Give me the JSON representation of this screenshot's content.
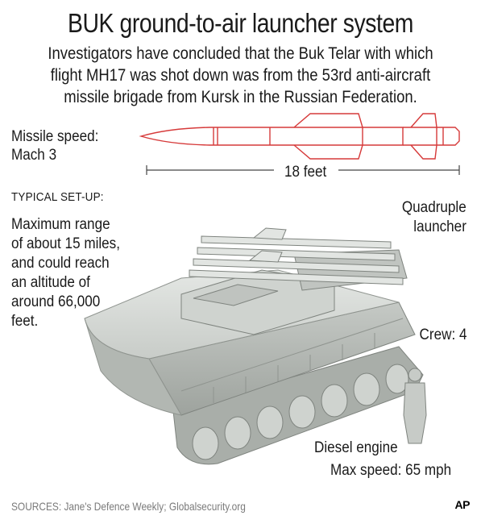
{
  "header": {
    "title": "BUK ground-to-air launcher system",
    "intro_lines": [
      "Investigators have concluded that the Buk Telar with which",
      "flight MH17 was shot down was from the 53rd anti-aircraft",
      "missile brigade from Kursk in the Russian Federation."
    ]
  },
  "missile": {
    "speed_label": "Missile speed:",
    "speed_value": "Mach 3",
    "length_label": "18 feet"
  },
  "setup": {
    "heading": "TYPICAL SET-UP:",
    "range_lines": [
      "Maximum range",
      "of about 15 miles,",
      "and could reach",
      "an altitude of",
      "around 66,000",
      "feet."
    ]
  },
  "callouts": {
    "launcher_lines": [
      "Quadruple",
      "launcher"
    ],
    "crew": "Crew: 4",
    "engine": "Diesel engine",
    "max_speed": "Max speed:  65 mph"
  },
  "footer": {
    "sources": "SOURCES: Jane's Defence Weekly; Globalsecurity.org",
    "logo": "AP"
  },
  "colors": {
    "vehicle_light": "#d9dcd9",
    "vehicle_mid": "#b9bdb9",
    "vehicle_dark": "#8f948f",
    "missile_line": "#d63a3a"
  }
}
